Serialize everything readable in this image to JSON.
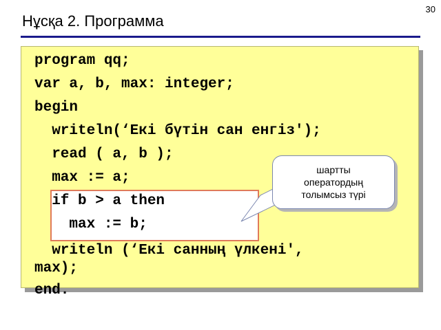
{
  "slide": {
    "page_number": "30",
    "title": "Нұсқа 2. Программа"
  },
  "code": {
    "lines": [
      "program qq;",
      "var a, b, max: integer;",
      "begin",
      "  writeln(‘Екі бүтін сан енгіз');",
      "  read ( a, b );",
      "  max := a;",
      "  if b > a then",
      "    max := b;",
      "  writeln (‘Екі санның үлкені',\nmax);",
      "end."
    ]
  },
  "callout": {
    "line1": "шартты",
    "line2": "оператордың",
    "line3": "толымсыз түрі"
  },
  "colors": {
    "panel": "#ffff99",
    "title_rule": "#1a1a8c",
    "highlight_border": "#e07a5a",
    "callout_border": "#7b87b0"
  }
}
